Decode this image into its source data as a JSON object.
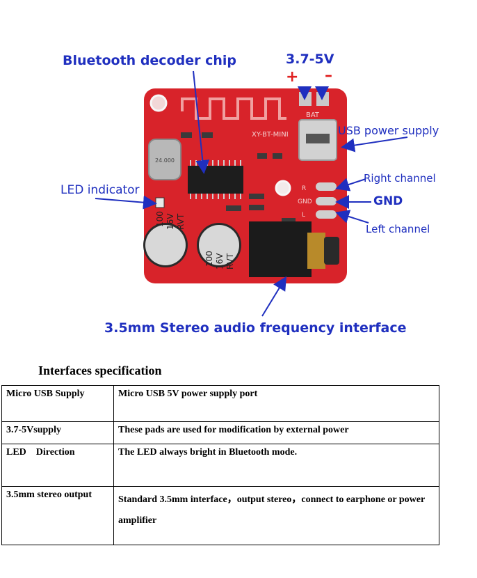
{
  "diagram": {
    "callouts": {
      "chip": "Bluetooth decoder chip",
      "voltage": "3.7-5V",
      "plus": "+",
      "minus": "–",
      "usb": "USB power supply",
      "led": "LED indicator",
      "right": "Right channel",
      "gnd": "GND",
      "left": "Left channel",
      "jack": "3.5mm Stereo audio frequency interface"
    },
    "board": {
      "model": "XY-BT-MINI",
      "bat": "BAT",
      "crystal": "24.000",
      "pad_r": "R",
      "pad_gnd": "GND",
      "pad_l": "L",
      "cap_text": [
        "100",
        "16V",
        "RVT"
      ]
    },
    "colors": {
      "board": "#d8232a",
      "callout_text": "#1f2fbf",
      "sign": "#e02020"
    }
  },
  "spec": {
    "title": "Interfaces specification",
    "rows": [
      {
        "name": "Micro USB Supply",
        "desc": "Micro USB 5V power supply port"
      },
      {
        "name": "3.7-5Vsupply",
        "desc": "These pads are used for modification by external power"
      },
      {
        "name": "LED    Direction",
        "desc": "The LED always bright in Bluetooth mode."
      },
      {
        "name": "3.5mm stereo output",
        "desc": "Standard 3.5mm interface，output stereo，connect to earphone or power amplifier"
      }
    ]
  }
}
